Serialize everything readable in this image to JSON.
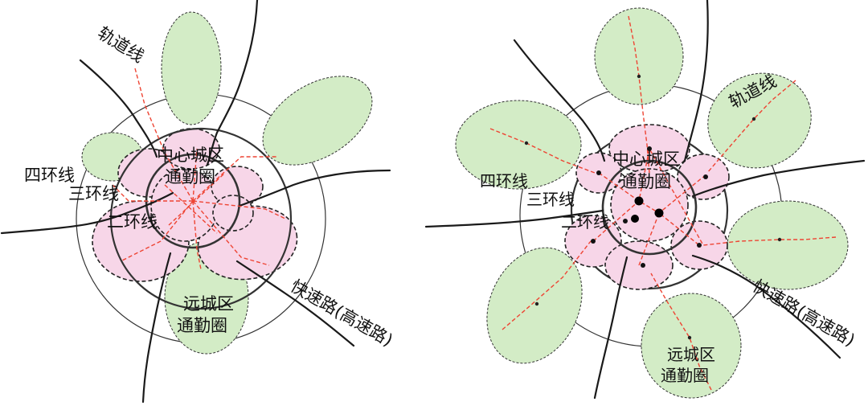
{
  "colors": {
    "commuter_zone_fill": "#d3ecc6",
    "central_zone_fill": "#f7d6e8",
    "rail_line": "#ee4433",
    "road": "#1a1a1a"
  },
  "left_diagram": {
    "labels": {
      "rail_line": "轨道线",
      "ring4": "四环线",
      "ring3": "三环线",
      "ring2": "二环线",
      "central_zone_line1": "中心城区",
      "central_zone_line2": "通勤圈",
      "outer_zone_line1": "远城区",
      "outer_zone_line2": "通勤圈",
      "expressway": "快速路(高速路)"
    }
  },
  "right_diagram": {
    "labels": {
      "rail_line": "轨道线",
      "ring4": "四环线",
      "ring3": "三环线",
      "ring2": "二环线",
      "central_zone_line1": "中心城区",
      "central_zone_line2": "通勤圈",
      "outer_zone_line1": "远城区",
      "outer_zone_line2": "通勤圈",
      "expressway": "快速路(高速路)"
    }
  }
}
